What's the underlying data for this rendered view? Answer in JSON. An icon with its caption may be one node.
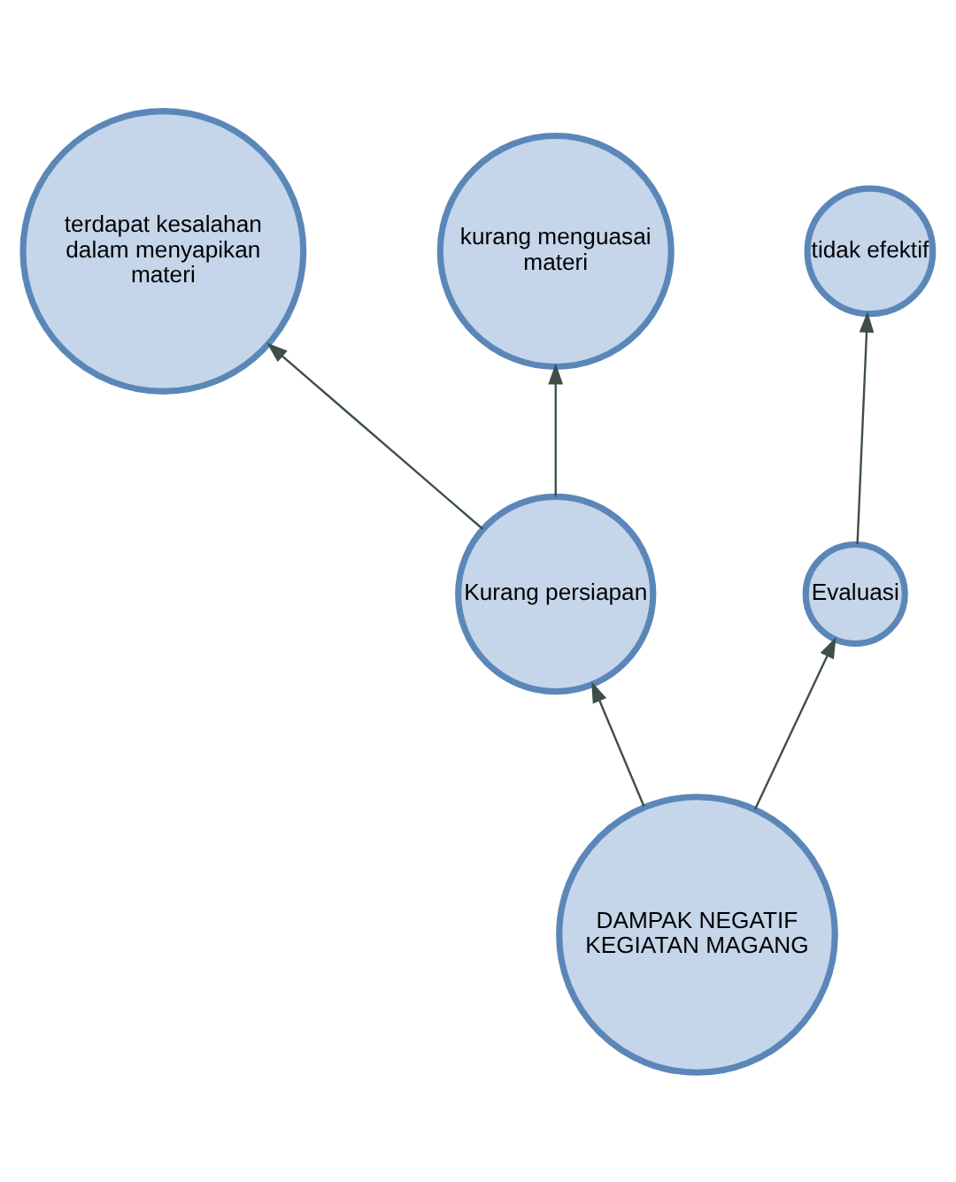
{
  "diagram": {
    "nodes": [
      {
        "text": [
          "terdapat kesalahan dalam menyapikan materi"
        ]
      },
      {
        "text": [
          "kurang menguasai materi"
        ]
      },
      {
        "text": [
          "Kurang persiapan"
        ]
      },
      {
        "text": [
          "DAMPAK NEGATIF KEGIATAN MAGANG"
        ]
      },
      {
        "text": [
          "Evaluasi"
        ]
      },
      {
        "text": [
          "tidak efektif"
        ]
      }
    ],
    "edges": [
      {
        "from": 2,
        "to": 0,
        "arrow": "to"
      },
      {
        "from": 2,
        "to": 1,
        "arrow": "to"
      },
      {
        "from": 3,
        "to": 2,
        "arrow": "to"
      },
      {
        "from": 3,
        "to": 4,
        "arrow": "to"
      },
      {
        "from": 4,
        "to": 5,
        "arrow": "to"
      }
    ]
  }
}
